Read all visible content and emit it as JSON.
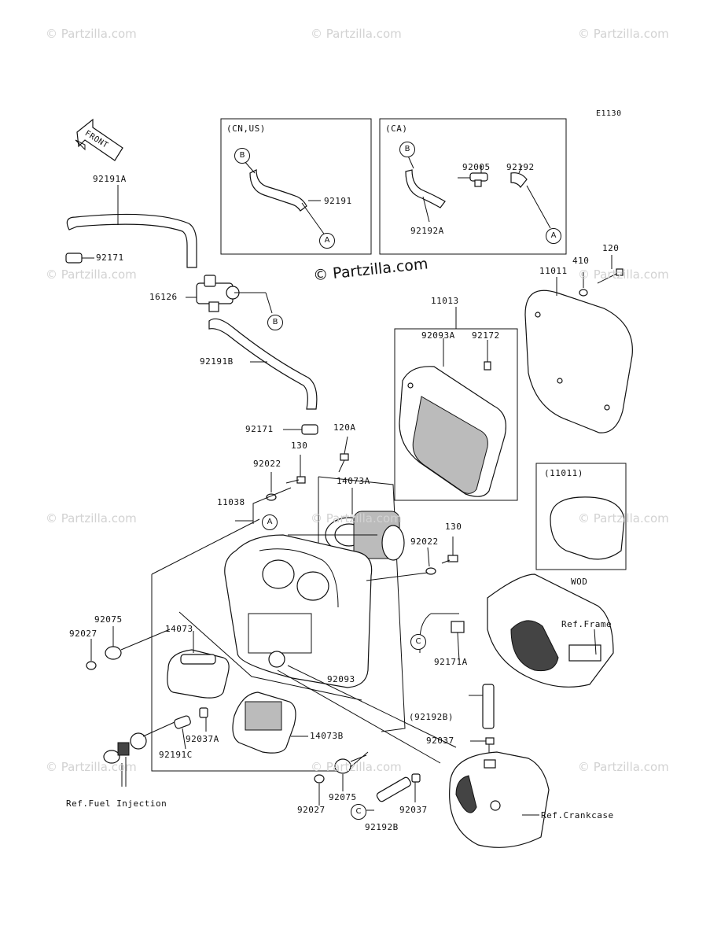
{
  "diagram_code": "E1130",
  "front_label": "FRONT",
  "watermark_text": "© Partzilla.com",
  "center_watermark": "© Partzilla.com",
  "boxes": {
    "cn_us": {
      "title": "(CN,US)"
    },
    "ca": {
      "title": "(CA)"
    },
    "wod": {
      "title": "(11011)",
      "footer": "WOD"
    }
  },
  "circle_refs": {
    "a": "A",
    "b": "B",
    "c": "C"
  },
  "part_labels": {
    "p92191": "92191",
    "p92005": "92005",
    "p92192": "92192",
    "p92192A": "92192A",
    "p92191A": "92191A",
    "p92171_top": "92171",
    "p16126": "16126",
    "p92191B": "92191B",
    "p92171_mid": "92171",
    "p120A": "120A",
    "p130_top": "130",
    "p92022_top": "92022",
    "p14073A": "14073A",
    "p11038": "11038",
    "p11013": "11013",
    "p92093A": "92093A",
    "p92172": "92172",
    "p11011": "11011",
    "p410": "410",
    "p120": "120",
    "p130_mid": "130",
    "p92022_mid": "92022",
    "p92075_left": "92075",
    "p92027_left": "92027",
    "p14073": "14073",
    "p92093": "92093",
    "p92171A": "92171A",
    "p92192B_paren": "(92192B)",
    "p92037_right": "92037",
    "p92037A": "92037A",
    "p14073B": "14073B",
    "p92191C": "92191C",
    "p92075_bottom": "92075",
    "p92027_bottom": "92027",
    "p92037_bottom": "92037",
    "p92192B": "92192B"
  },
  "refs": {
    "frame": "Ref.Frame",
    "fuel_injection": "Ref.Fuel Injection",
    "crankcase": "Ref.Crankcase"
  }
}
